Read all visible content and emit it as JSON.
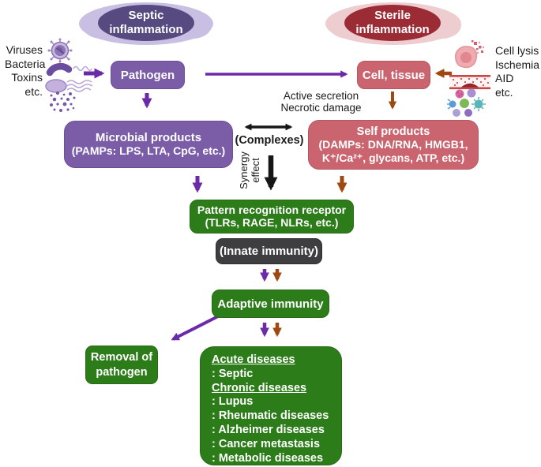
{
  "figure": {
    "left_branch": {
      "blob_label": "Septic\ninflammation",
      "source_list": "Viruses\nBacteria\nToxins\netc.",
      "pathogen_label": "Pathogen",
      "microbial_title": "Microbial products",
      "microbial_sub": "(PAMPs: LPS, LTA, CpG, etc.)"
    },
    "right_branch": {
      "blob_label": "Sterile\ninflammation",
      "source_list": "Cell lysis\nIschemia\nAID\netc.",
      "cell_tissue_label": "Cell, tissue",
      "secretion_note": "Active secretion\nNecrotic damage",
      "self_title": "Self products",
      "self_sub": "(DAMPs: DNA/RNA, HMGB1,\nK⁺/Ca²⁺, glycans, ATP, etc.)"
    },
    "center": {
      "complexes_label": "(Complexes)",
      "synergy_label": "Synergy\neffect",
      "prr_title": "Pattern recognition receptor",
      "prr_sub": "(TLRs, RAGE, NLRs, etc.)",
      "innate_label": "(Innate immunity)",
      "adaptive_label": "Adaptive immunity"
    },
    "outcomes": {
      "removal_label": "Removal of\npathogen",
      "disease_lines": [
        "Acute diseases",
        ": Septic",
        "Chronic diseases",
        ": Lupus",
        ": Rheumatic diseases",
        ": Alzheimer diseases",
        ": Cancer metastasis",
        ": Metabolic diseases"
      ]
    },
    "icons": {
      "left": [
        "virus-icon",
        "bacteria-icon",
        "flagellate-bacteria-icon",
        "toxin-dots-icon"
      ],
      "right": [
        "lysed-cell-icon",
        "blood-vessel-ischemia-icon",
        "immune-cells-icon"
      ]
    },
    "colors": {
      "purple_box": "#7b5da7",
      "deep_purple_ellipse": "#564a80",
      "lavender_blob": "#c8bfe2",
      "crimson_ellipse": "#9b2c35",
      "pink_blob": "#eecdd1",
      "salmon_box": "#ca656f",
      "green_box": "#2d7c1a",
      "gray_box": "#3e3d3f",
      "arrow_purple": "#6b2aa8",
      "arrow_brown": "#a04812",
      "arrow_black": "#161616"
    }
  }
}
